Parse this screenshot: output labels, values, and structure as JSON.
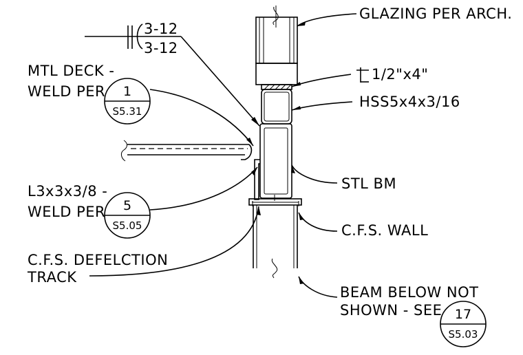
{
  "weld_symbol": {
    "top": "3-12",
    "bottom": "3-12"
  },
  "labels": {
    "glazing": "GLAZING PER ARCH.",
    "plate": "1/2\"x4\"",
    "hss": "HSS5x4x3/16",
    "mtl_deck_1": "MTL DECK -",
    "mtl_deck_2": "WELD PER",
    "stl_bm": "STL BM",
    "angle_1": "L3x3x3/8 -",
    "angle_2": "WELD PER",
    "cfs_wall": "C.F.S. WALL",
    "track_1": "C.F.S. DEFELCTION",
    "track_2": "TRACK",
    "beam_below_1": "BEAM BELOW NOT",
    "beam_below_2": "SHOWN - SEE"
  },
  "bubbles": {
    "deck": {
      "num": "1",
      "sheet": "S5.31"
    },
    "angle": {
      "num": "5",
      "sheet": "S5.05"
    },
    "beam_below": {
      "num": "17",
      "sheet": "S5.03"
    }
  }
}
